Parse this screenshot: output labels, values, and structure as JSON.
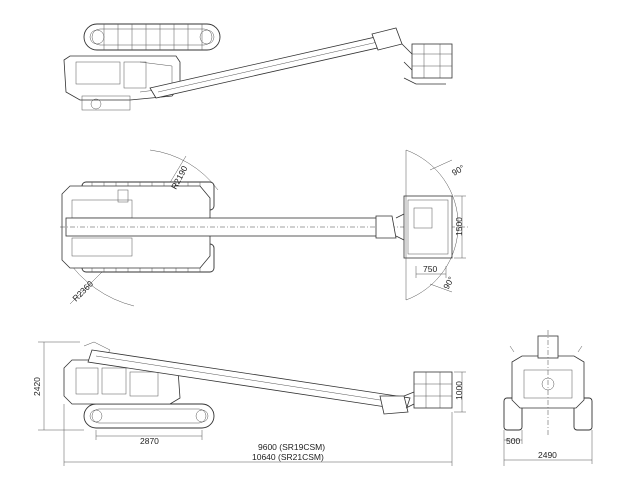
{
  "dimensions": {
    "top_radius_rear": "R2190",
    "top_radius_front": "R2360",
    "top_angle_upper": "90°",
    "top_angle_lower": "90°",
    "top_platform_width": "1500",
    "top_platform_depth": "750",
    "side_height": "2420",
    "side_wheelbase": "2870",
    "side_length_1": "9600 (SR19CSM)",
    "side_length_2": "10640 (SR21CSM)",
    "side_platform_height": "1000",
    "front_track_width": "500",
    "front_overall_width": "2490"
  },
  "colors": {
    "line": "#333333",
    "background": "#ffffff"
  }
}
